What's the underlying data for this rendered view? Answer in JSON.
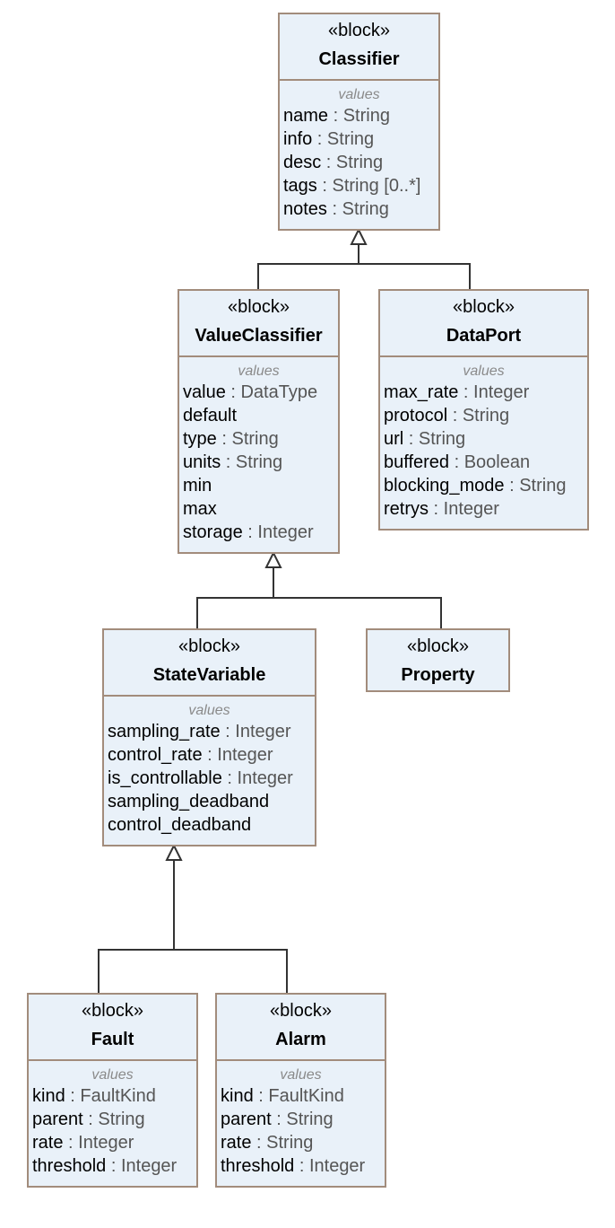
{
  "blocks": {
    "classifier": {
      "stereotype": "«block»",
      "name": "Classifier",
      "compartment_title": "values",
      "properties": [
        {
          "name": "name",
          "type": "String"
        },
        {
          "name": "info",
          "type": "String"
        },
        {
          "name": "desc",
          "type": "String"
        },
        {
          "name": "tags",
          "type": "String [0..*]"
        },
        {
          "name": "notes",
          "type": "String"
        }
      ]
    },
    "value_classifier": {
      "stereotype": "«block»",
      "name": "ValueClassifier",
      "compartment_title": "values",
      "properties": [
        {
          "name": "value",
          "type": "DataType"
        },
        {
          "name": "default",
          "type": ""
        },
        {
          "name": "type",
          "type": "String"
        },
        {
          "name": "units",
          "type": "String"
        },
        {
          "name": "min",
          "type": ""
        },
        {
          "name": "max",
          "type": ""
        },
        {
          "name": "storage",
          "type": "Integer"
        }
      ]
    },
    "data_port": {
      "stereotype": "«block»",
      "name": "DataPort",
      "compartment_title": "values",
      "properties": [
        {
          "name": "max_rate",
          "type": "Integer"
        },
        {
          "name": "protocol",
          "type": "String"
        },
        {
          "name": "url",
          "type": "String"
        },
        {
          "name": "buffered",
          "type": "Boolean"
        },
        {
          "name": "blocking_mode",
          "type": "String"
        },
        {
          "name": "retrys",
          "type": "Integer"
        }
      ]
    },
    "state_variable": {
      "stereotype": "«block»",
      "name": "StateVariable",
      "compartment_title": "values",
      "properties": [
        {
          "name": "sampling_rate",
          "type": "Integer"
        },
        {
          "name": "control_rate",
          "type": "Integer"
        },
        {
          "name": "is_controllable",
          "type": "Integer"
        },
        {
          "name": "sampling_deadband",
          "type": ""
        },
        {
          "name": "control_deadband",
          "type": ""
        }
      ]
    },
    "property": {
      "stereotype": "«block»",
      "name": "Property"
    },
    "fault": {
      "stereotype": "«block»",
      "name": "Fault",
      "compartment_title": "values",
      "properties": [
        {
          "name": "kind",
          "type": "FaultKind"
        },
        {
          "name": "parent",
          "type": "String"
        },
        {
          "name": "rate",
          "type": "Integer"
        },
        {
          "name": "threshold",
          "type": "Integer"
        }
      ]
    },
    "alarm": {
      "stereotype": "«block»",
      "name": "Alarm",
      "compartment_title": "values",
      "properties": [
        {
          "name": "kind",
          "type": "FaultKind"
        },
        {
          "name": "parent",
          "type": "String"
        },
        {
          "name": "rate",
          "type": "String"
        },
        {
          "name": "threshold",
          "type": "Integer"
        }
      ]
    }
  },
  "generalizations": [
    {
      "parent": "classifier",
      "children": [
        "value_classifier",
        "data_port"
      ]
    },
    {
      "parent": "value_classifier",
      "children": [
        "state_variable",
        "property"
      ]
    },
    {
      "parent": "state_variable",
      "children": [
        "fault",
        "alarm"
      ]
    }
  ],
  "colors": {
    "block_fill": "#e9f1f9",
    "block_border": "#a28c7c",
    "line": "#333333",
    "type_text": "#555555",
    "compartment_title": "#8a8a8a"
  }
}
